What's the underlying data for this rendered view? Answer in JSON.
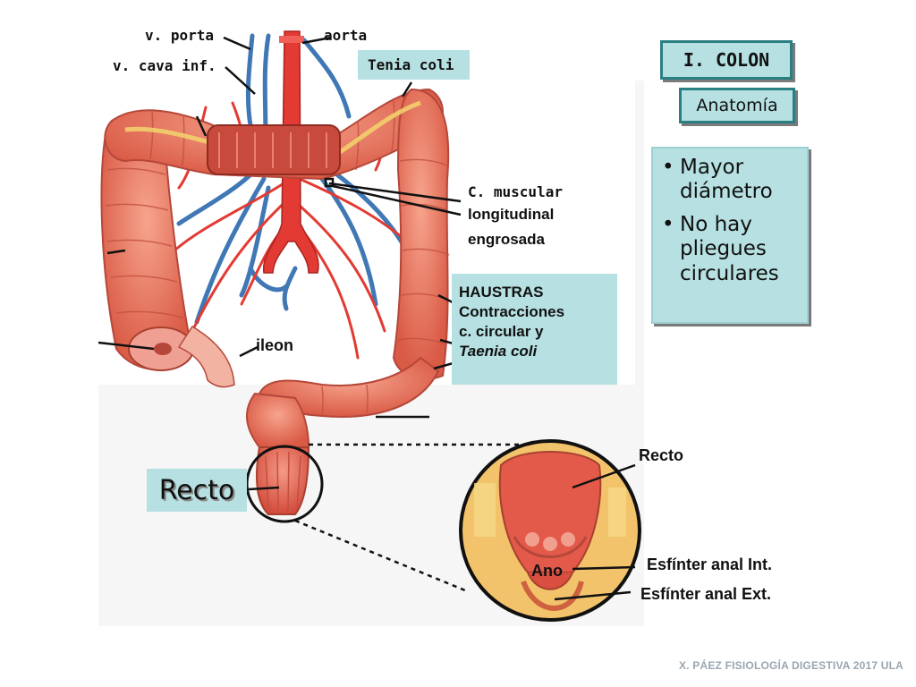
{
  "title": "I. COLON",
  "subtitle": "Anatomía",
  "bullets": [
    "Mayor diámetro",
    "No hay pliegues circulares"
  ],
  "labels": {
    "v_porta": "v. porta",
    "aorta": "aorta",
    "v_cava": "v. cava inf.",
    "tenia_coli": "Tenia coli",
    "c_muscular_1": "C. muscular",
    "c_muscular_2": "longitudinal",
    "c_muscular_3": "engrosada",
    "ileon": "ileon",
    "recto_big": "Recto",
    "recto_small": "Recto",
    "ano": "Ano",
    "esfinter_int": "Esfínter anal Int.",
    "esfinter_ext": "Esfínter anal Ext."
  },
  "haustras": {
    "line1": "HAUSTRAS",
    "line2": "Contracciones",
    "line3": "c. circular y",
    "line4": "Taenia coli"
  },
  "footer": "X. PÁEZ   FISIOLOGÍA DIGESTIVA 2017  ULA",
  "colors": {
    "teal_box": "#b6e0e1",
    "teal_border": "#2a7f82",
    "colon": "#ee7d67",
    "artery": "#e33a33",
    "vein": "#3f78b5"
  }
}
